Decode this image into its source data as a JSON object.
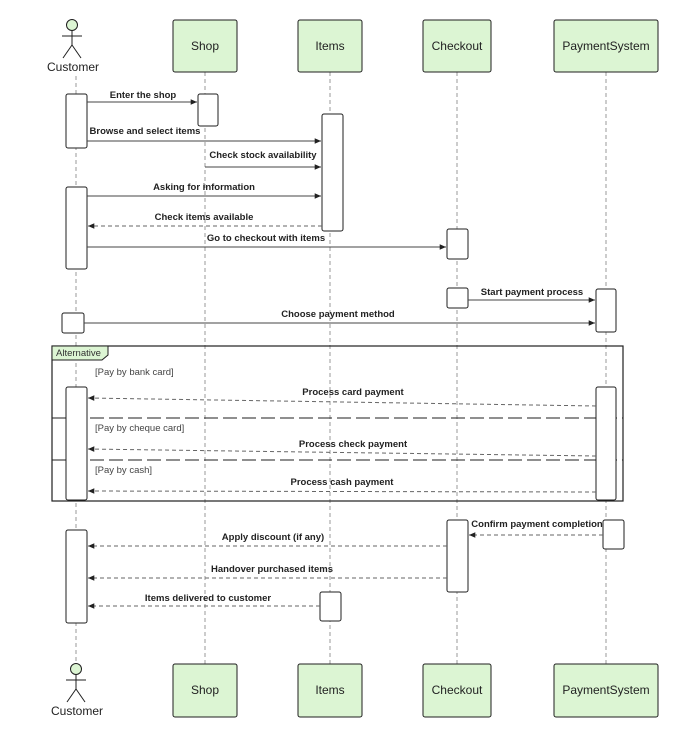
{
  "participants": {
    "customer": "Customer",
    "shop": "Shop",
    "items": "Items",
    "checkout": "Checkout",
    "payment": "PaymentSystem"
  },
  "messages": {
    "m1": "Enter the shop",
    "m2": "Browse and select items",
    "m3": "Check stock availability",
    "m4": "Asking for information",
    "m5": "Check items available",
    "m6": "Go to checkout with items",
    "m7": "Start payment process",
    "m8": "Choose payment method",
    "m9": "Process card payment",
    "m10": "Process check payment",
    "m11": "Process cash payment",
    "m12": "Confirm payment completion",
    "m13": "Apply discount (if any)",
    "m14": "Handover purchased items",
    "m15": "Items delivered to customer"
  },
  "fragment": {
    "label": "Alternative",
    "guard1": "[Pay by bank card]",
    "guard2": "[Pay by cheque card]",
    "guard3": "[Pay by cash]"
  },
  "colors": {
    "participant_fill": "#dcf5d3",
    "actor_fill": "#dcf5d3"
  }
}
